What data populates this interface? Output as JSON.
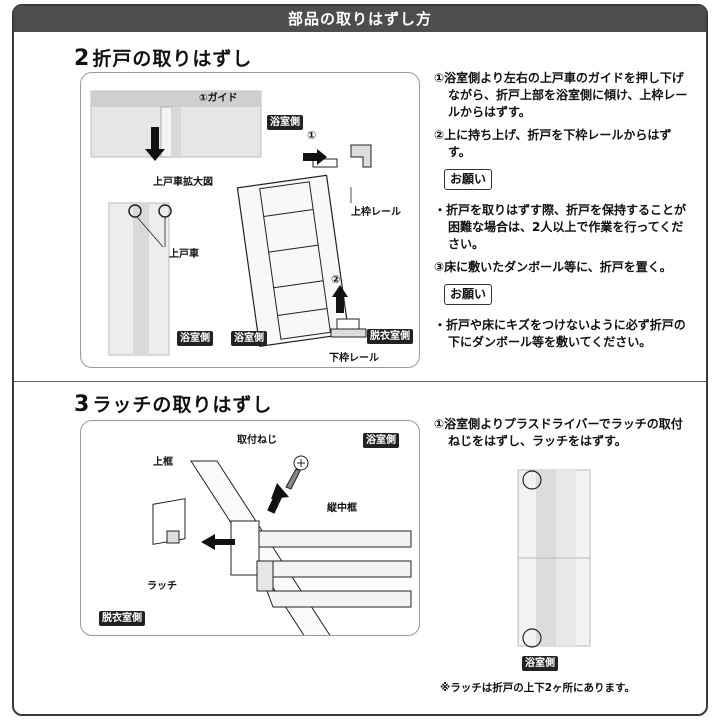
{
  "header": {
    "title": "部品の取りはずし方"
  },
  "section2": {
    "number": "2",
    "title": "折戸の取りはずし",
    "steps": [
      "①浴室側より左右の上戸車のガイドを押し下げながら、折戸上部を浴室側に傾け、上枠レールからはずす。",
      "②上に持ち上げ、折戸を下枠レールからはずす。"
    ],
    "request_label_1": "お願い",
    "note_1": "・折戸を取りはずす際、折戸を保持することが困難な場合は、2人以上で作業を行ってください。",
    "step3": "③床に敷いたダンボール等に、折戸を置く。",
    "request_label_2": "お願い",
    "note_2": "・折戸や床にキズをつけないように必ず折戸の下にダンボール等を敷いてください。",
    "figure": {
      "guide_label": "①ガイド",
      "bath_tag_top": "浴室側",
      "enlarge_caption": "上戸車拡大図",
      "roller_label": "上戸車",
      "bath_tag_left": "浴室側",
      "bath_tag_mid": "浴室側",
      "top_rail_label": "上枠レール",
      "step1_marker": "①",
      "step2_marker": "②",
      "dressing_tag": "脱衣室側",
      "bottom_rail_label": "下枠レール"
    }
  },
  "section3": {
    "number": "3",
    "title": "ラッチの取りはずし",
    "steps": [
      "①浴室側よりプラスドライバーでラッチの取付ねじをはずし、ラッチをはずす。"
    ],
    "figure": {
      "screw_label": "取付ねじ",
      "bath_tag": "浴室側",
      "top_frame_label": "上框",
      "vertical_frame_label": "縦中框",
      "latch_label": "ラッチ",
      "dressing_tag": "脱衣室側",
      "bath_tag_photo": "浴室側"
    },
    "footnote": "※ラッチは折戸の上下2ヶ所にあります。"
  }
}
